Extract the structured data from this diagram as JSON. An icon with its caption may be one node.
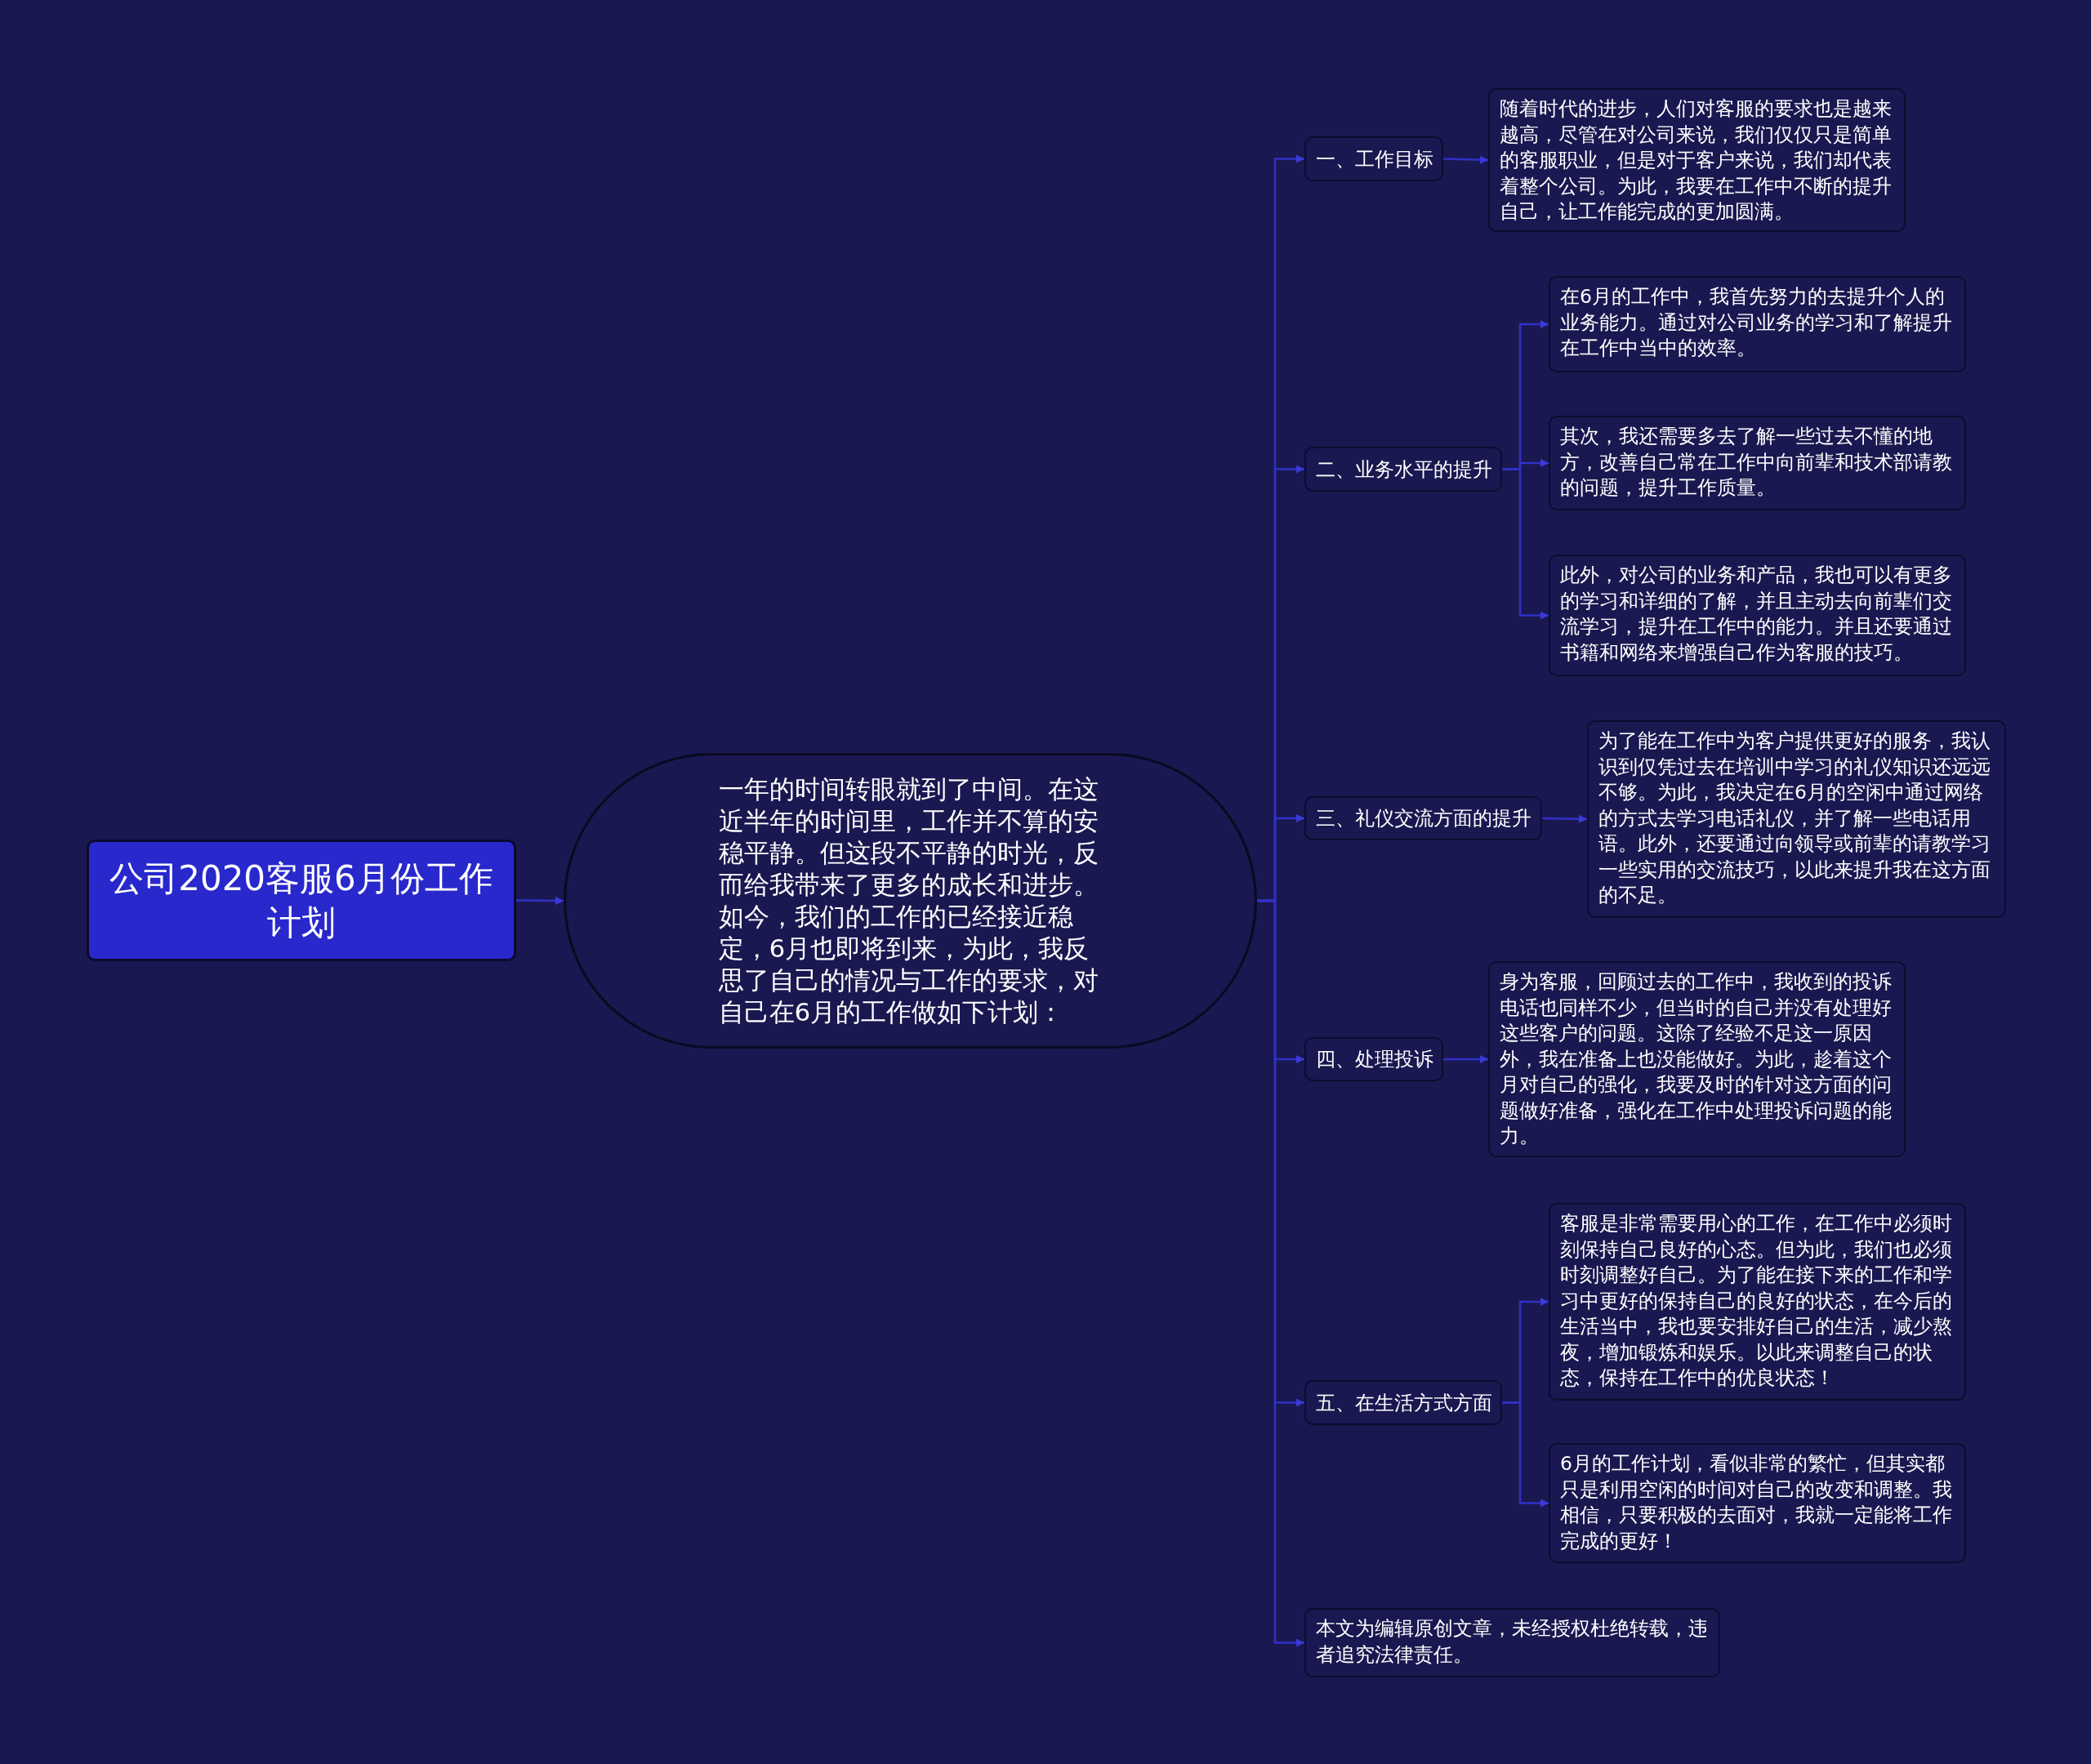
{
  "diagram": {
    "nodes": [
      {
        "text": [
          "公司2020客服6月份工作计划"
        ]
      },
      {
        "text": [
          "一年的时间转眼就到了中间。在这近半年的时间里，工作并不算的安稳平静。但这段不平静的时光，反而给我带来了更多的成长和进步。如今，我们的工作的已经接近稳定，6月也即将到来，为此，我反思了自己的情况与工作的要求，对自己在6月的工作做如下计划："
        ]
      },
      {
        "text": [
          "一、工作目标"
        ]
      },
      {
        "text": [
          "随着时代的进步，人们对客服的要求也是越来越高，尽管在对公司来说，我们仅仅只是简单的客服职业，但是对于客户来说，我们却代表着整个公司。为此，我要在工作中不断的提升自己，让工作能完成的更加圆满。"
        ]
      },
      {
        "text": [
          "二、业务水平的提升"
        ]
      },
      {
        "text": [
          "在6月的工作中，我首先努力的去提升个人的业务能力。通过对公司业务的学习和了解提升在工作中当中的效率。"
        ]
      },
      {
        "text": [
          "其次，我还需要多去了解一些过去不懂的地方，改善自己常在工作中向前辈和技术部请教的问题，提升工作质量。"
        ]
      },
      {
        "text": [
          "此外，对公司的业务和产品，我也可以有更多的学习和详细的了解，并且主动去向前辈们交流学习，提升在工作中的能力。并且还要通过书籍和网络来增强自己作为客服的技巧。"
        ]
      },
      {
        "text": [
          "三、礼仪交流方面的提升"
        ]
      },
      {
        "text": [
          "为了能在工作中为客户提供更好的服务，我认识到仅凭过去在培训中学习的礼仪知识还远远不够。为此，我决定在6月的空闲中通过网络的方式去学习电话礼仪，并了解一些电话用语。此外，还要通过向领导或前辈的请教学习一些实用的交流技巧，以此来提升我在这方面的不足。"
        ]
      },
      {
        "text": [
          "四、处理投诉"
        ]
      },
      {
        "text": [
          "身为客服，回顾过去的工作中，我收到的投诉电话也同样不少，但当时的自己并没有处理好这些客户的问题。这除了经验不足这一原因外，我在准备上也没能做好。为此，趁着这个月对自己的强化，我要及时的针对这方面的问题做好准备，强化在工作中处理投诉问题的能力。"
        ]
      },
      {
        "text": [
          "五、在生活方式方面"
        ]
      },
      {
        "text": [
          "客服是非常需要用心的工作，在工作中必须时刻保持自己良好的心态。但为此，我们也必须时刻调整好自己。为了能在接下来的工作和学习中更好的保持自己的良好的状态，在今后的生活当中，我也要安排好自己的生活，减少熬夜，增加锻炼和娱乐。以此来调整自己的状态，保持在工作中的优良状态！"
        ]
      },
      {
        "text": [
          "6月的工作计划，看似非常的繁忙，但其实都只是利用空闲的时间对自己的改变和调整。我相信，只要积极的去面对，我就一定能将工作完成的更好！"
        ]
      },
      {
        "text": [
          "本文为编辑原创文章，未经授权杜绝转载，违者追究法律责任。"
        ]
      }
    ],
    "edges": [
      {
        "from": 0,
        "to": 1,
        "arrow": "to"
      },
      {
        "from": 1,
        "to": 2,
        "arrow": "to"
      },
      {
        "from": 1,
        "to": 4,
        "arrow": "to"
      },
      {
        "from": 1,
        "to": 8,
        "arrow": "to"
      },
      {
        "from": 1,
        "to": 10,
        "arrow": "to"
      },
      {
        "from": 1,
        "to": 12,
        "arrow": "to"
      },
      {
        "from": 1,
        "to": 15,
        "arrow": "to"
      },
      {
        "from": 2,
        "to": 3,
        "arrow": "to"
      },
      {
        "from": 4,
        "to": 5,
        "arrow": "to"
      },
      {
        "from": 4,
        "to": 6,
        "arrow": "to"
      },
      {
        "from": 4,
        "to": 7,
        "arrow": "to"
      },
      {
        "from": 8,
        "to": 9,
        "arrow": "to"
      },
      {
        "from": 10,
        "to": 11,
        "arrow": "to"
      },
      {
        "from": 12,
        "to": 13,
        "arrow": "to"
      },
      {
        "from": 12,
        "to": 14,
        "arrow": "to"
      }
    ]
  }
}
